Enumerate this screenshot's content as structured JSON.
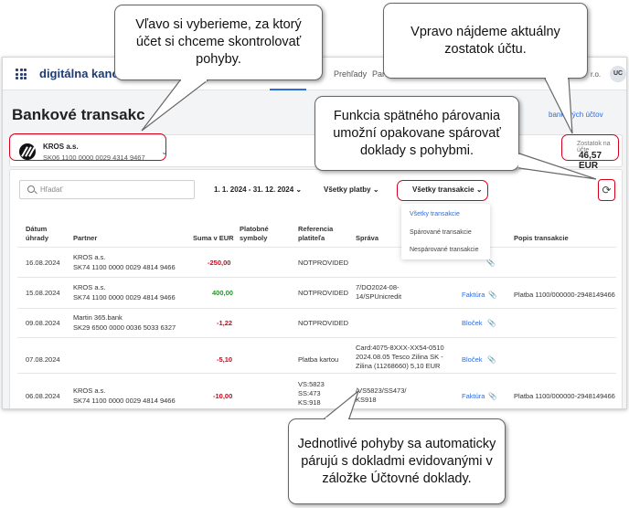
{
  "callouts": {
    "left_top": "Vľavo si vyberieme, za ktorý účet si chceme skontrolovať pohyby.",
    "right_top": "Vpravo nájdeme aktuálny zostatok účtu.",
    "middle": "Funkcia spätného párovania umožní opakovane spárovať doklady s pohybmi.",
    "bottom": "Jednotlivé pohyby sa automaticky párujú s dokladmi evidovanými v záložke Účtovné doklady."
  },
  "topbar": {
    "brand": "digitálna kancela",
    "nav_fragment_1": "v",
    "nav_fragment_2": "Prehľady",
    "nav_fragment_3": "Part",
    "company_fragment": "r.o.",
    "avatar": "UC"
  },
  "page": {
    "title": "Bankové transakc",
    "right_link": "bankových účtov"
  },
  "account": {
    "name": "KROS a.s.",
    "iban": "SK06 1100 0000 0029 4314 9467",
    "balance_label": "Zostatok na účte",
    "balance_label_visible": "Zostatok na účte",
    "balance_value": "46,57 EUR"
  },
  "filters": {
    "search_placeholder": "Hľadať",
    "period": "1. 1. 2024 - 31. 12. 2024",
    "payments": "Všetky platby",
    "transactions": "Všetky transakcie",
    "options": [
      "Všetky transakcie",
      "Spárované transakcie",
      "Nespárované transakcie"
    ]
  },
  "table": {
    "headers": {
      "date": "Dátum\núhrady",
      "partner": "Partner",
      "amount": "Suma v EUR",
      "symbols": "Platobné\nsymboly",
      "reference": "Referencia\nplatiteľa",
      "message": "Správa",
      "description": "Popis transakcie"
    },
    "rows": [
      {
        "date": "16.08.2024",
        "partner": "KROS a.s.",
        "iban": "SK74 1100 0000 0029 4814 9466",
        "amount": "-250,00",
        "symbols": "",
        "reference": "NOTPROVIDED",
        "message": "",
        "doc": "",
        "description": ""
      },
      {
        "date": "15.08.2024",
        "partner": "KROS a.s.",
        "iban": "SK74 1100 0000 0029 4814 9466",
        "amount": "400,00",
        "symbols": "",
        "reference": "NOTPROVIDED",
        "message": "7/DO2024-08-\n14/SPUnicredit",
        "doc": "Faktúra",
        "description": "Platba 1100/000000-2948149466"
      },
      {
        "date": "09.08.2024",
        "partner": "Martin 365.bank",
        "iban": "SK29 6500 0000 0036 5033 6327",
        "amount": "-1,22",
        "symbols": "",
        "reference": "NOTPROVIDED",
        "message": "",
        "doc": "Bloček",
        "description": ""
      },
      {
        "date": "07.08.2024",
        "partner": "",
        "iban": "",
        "amount": "-5,10",
        "symbols": "",
        "reference": "Platba kartou",
        "message": "Card:4075-8XXX-XX54-0510\n2024.08.05 Tesco Zilina SK -\nZilina (11268660) 5,10 EUR",
        "doc": "Bloček",
        "description": ""
      },
      {
        "date": "06.08.2024",
        "partner": "KROS a.s.",
        "iban": "SK74 1100 0000 0029 4814 9466",
        "amount": "-10,00",
        "symbols": "VS:5823\nSS:473\nKS:918",
        "reference": "",
        "message": "/VS5823/SS473/\nKS918",
        "doc": "Faktúra",
        "description": "Platba 1100/000000-2948149466"
      }
    ]
  }
}
